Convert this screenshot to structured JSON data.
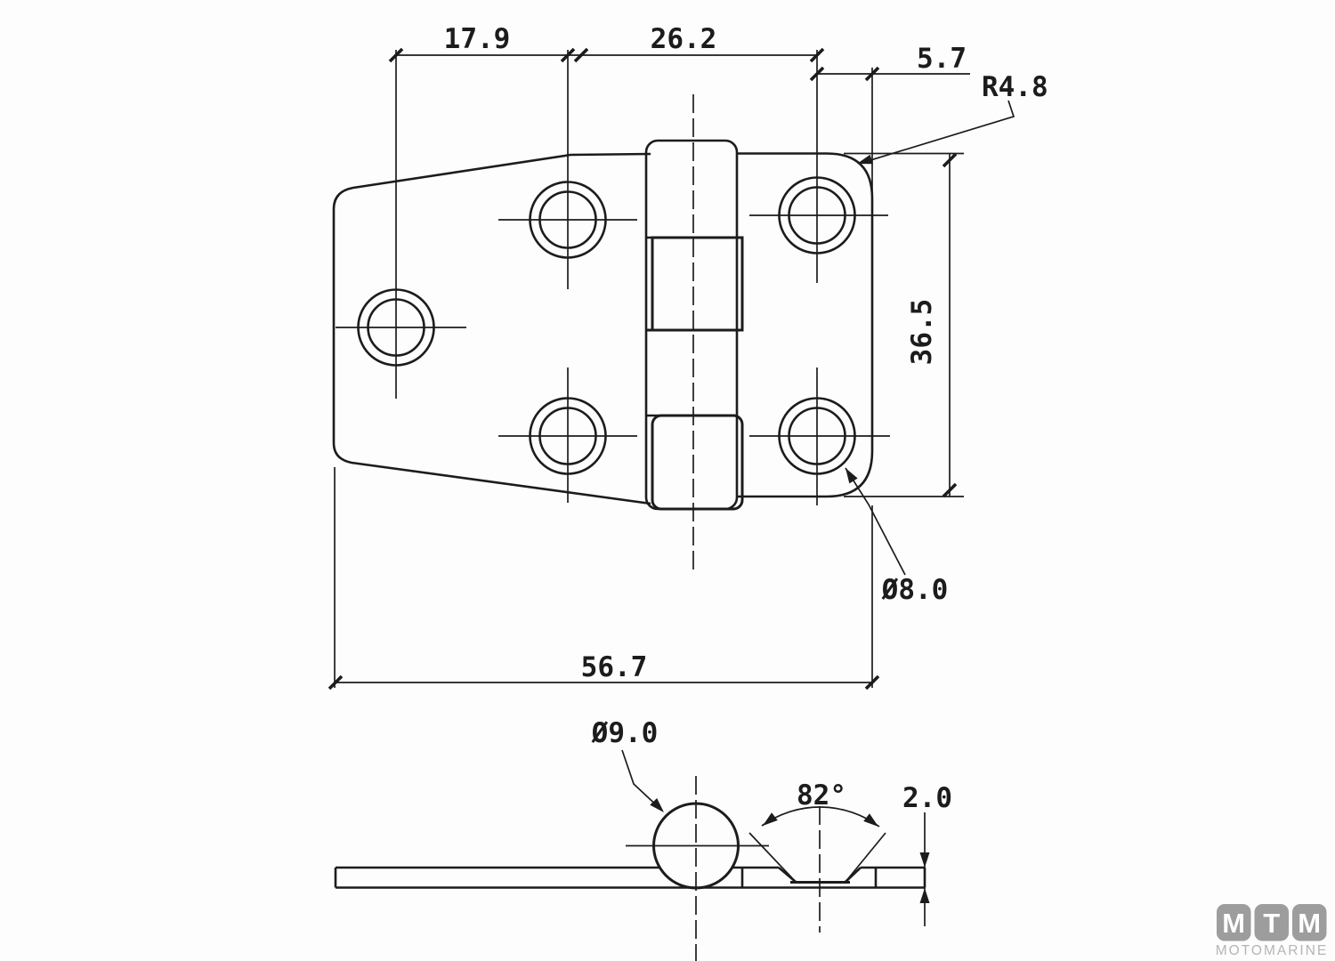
{
  "drawing_title": "hinge-technical-drawing",
  "top_view": {
    "dim_hole_col_left": "17.9",
    "dim_hole_col_right": "26.2",
    "dim_edge_offset": "5.7",
    "corner_radius_label": "R4.8",
    "dim_plate_height": "36.5",
    "hole_diameter_label": "Ø8.0",
    "dim_total_width": "56.7"
  },
  "side_view": {
    "barrel_diameter_label": "Ø9.0",
    "countersink_angle_label": "82°",
    "plate_thickness_label": "2.0"
  },
  "logo": {
    "letters": [
      "M",
      "T",
      "M"
    ],
    "subtitle": "MOTOMARINE"
  },
  "colors": {
    "line": "#1c1c1c",
    "background": "#fdfdfd",
    "logo_gray": "#9d9d9d",
    "logo_letter": "#ffffff",
    "logo_subtitle": "#b5b5b5"
  }
}
